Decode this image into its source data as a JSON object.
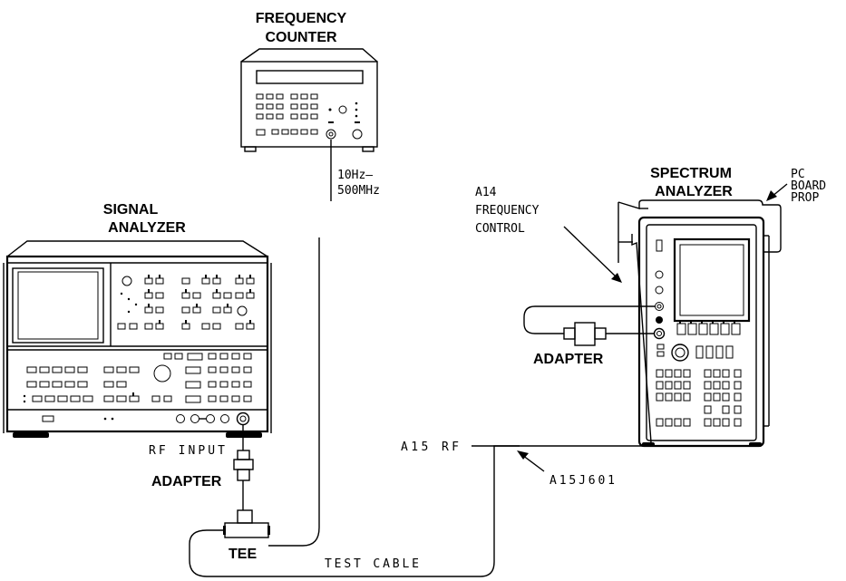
{
  "instruments": {
    "frequency_counter": {
      "line1": "FREQUENCY",
      "line2": "COUNTER"
    },
    "signal_analyzer": {
      "line1": "SIGNAL",
      "line2": "ANALYZER"
    },
    "spectrum_analyzer": {
      "line1": "SPECTRUM",
      "line2": "ANALYZER"
    }
  },
  "labels": {
    "counter_input_line1": "10Hz–",
    "counter_input_line2": "500MHz",
    "a14_line1": "A14",
    "a14_line2": "FREQUENCY",
    "a14_line3": "CONTROL",
    "pc_board_line1": "PC",
    "pc_board_line2": "BOARD",
    "pc_board_line3": "PROP",
    "adapter_right": "ADAPTER",
    "rf_input": "RF INPUT",
    "adapter_left": "ADAPTER",
    "tee": "TEE",
    "test_cable": "TEST CABLE",
    "a15_rf": "A15 RF",
    "a15j601": "A15J601"
  },
  "icons": [
    "frequency-counter-icon",
    "signal-analyzer-icon",
    "spectrum-analyzer-icon",
    "adapter-icon",
    "tee-connector-icon",
    "pointer-arrow-icon"
  ]
}
